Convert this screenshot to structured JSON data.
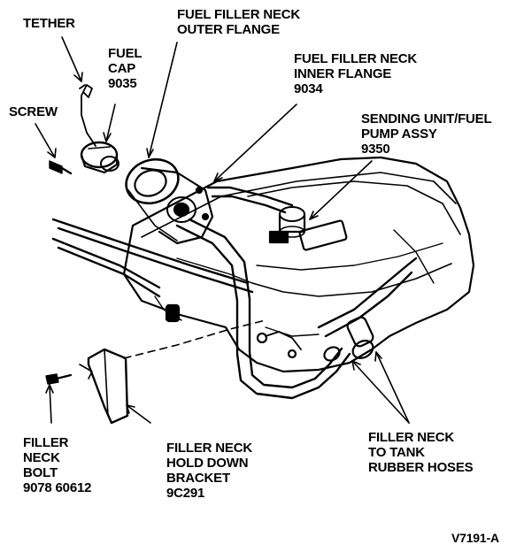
{
  "labels": {
    "tether": [
      "TETHER"
    ],
    "fuel_cap": [
      "FUEL",
      "CAP",
      "9035"
    ],
    "screw": [
      "SCREW"
    ],
    "outer_flange": [
      "FUEL FILLER NECK",
      "OUTER FLANGE"
    ],
    "inner_flange": [
      "FUEL FILLER NECK",
      "INNER FLANGE",
      "9034"
    ],
    "sending_unit": [
      "SENDING UNIT/FUEL",
      "PUMP ASSY",
      "9350"
    ],
    "filler_bolt": [
      "FILLER",
      "NECK",
      "BOLT",
      "9078 60612"
    ],
    "hold_down_bracket": [
      "FILLER NECK",
      "HOLD DOWN",
      "BRACKET",
      "9C291"
    ],
    "rubber_hoses": [
      "FILLER NECK",
      "TO TANK",
      "RUBBER HOSES"
    ],
    "figure_id": [
      "V7191-A"
    ]
  },
  "colors": {
    "ink": "#000000",
    "paper": "#ffffff"
  }
}
